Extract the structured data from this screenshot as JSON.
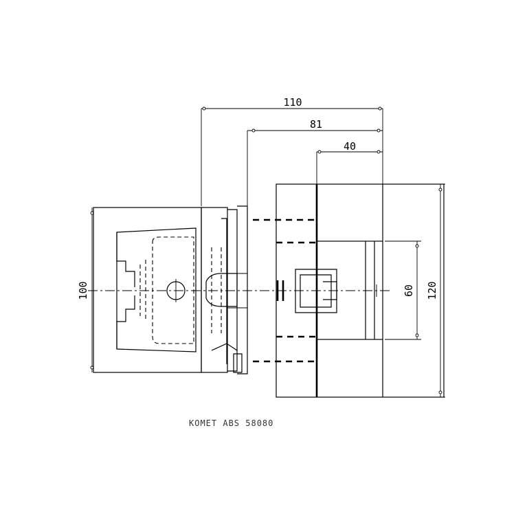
{
  "dimensions": {
    "overall_length": "110",
    "length_b": "81",
    "length_c": "40",
    "height_left": "100",
    "height_right": "120",
    "bore_diameter": "60"
  },
  "caption": "KOMET ABS 58080"
}
